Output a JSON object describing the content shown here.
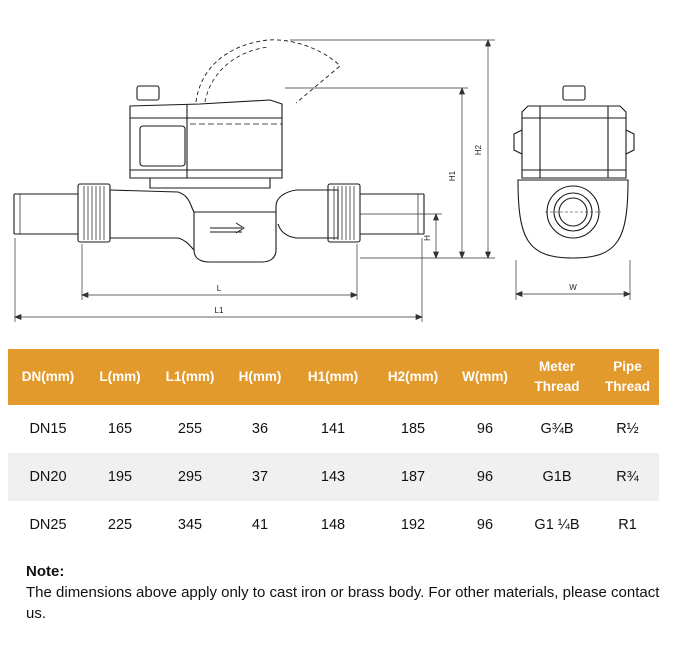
{
  "drawing": {
    "labels": {
      "L": "L",
      "L1": "L1",
      "H": "H",
      "H1": "H1",
      "H2": "H2",
      "W": "W"
    }
  },
  "table": {
    "headers": [
      "DN(mm)",
      "L(mm)",
      "L1(mm)",
      "H(mm)",
      "H1(mm)",
      "H2(mm)",
      "W(mm)",
      "Meter\nThread",
      "Pipe\nThread"
    ],
    "rows": [
      [
        "DN15",
        "165",
        "255",
        "36",
        "141",
        "185",
        "96",
        "G¾B",
        "R½"
      ],
      [
        "DN20",
        "195",
        "295",
        "37",
        "143",
        "187",
        "96",
        "G1B",
        "R¾"
      ],
      [
        "DN25",
        "225",
        "345",
        "41",
        "148",
        "192",
        "96",
        "G1 ¼B",
        "R1"
      ]
    ]
  },
  "note": {
    "title": "Note:",
    "text": "The dimensions above apply only to cast iron or brass body. For other materials, please contact us."
  },
  "colors": {
    "header_bg": "#e39a2d",
    "header_text": "#ffffff",
    "row_shade": "#f0f0f0",
    "line": "#1a1a1a"
  }
}
